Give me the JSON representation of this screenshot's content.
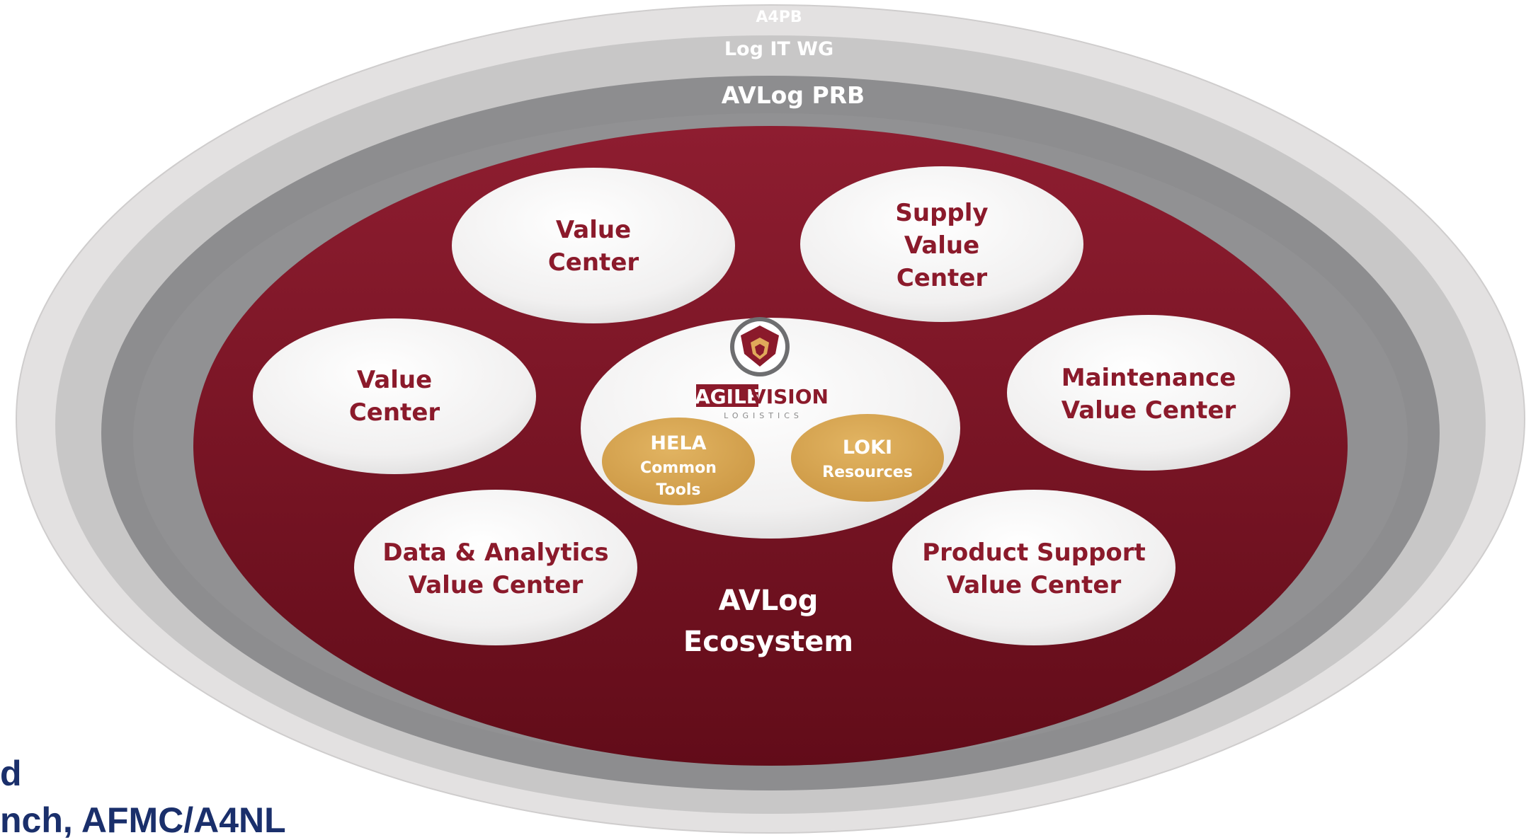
{
  "rings": {
    "outer": "A4PB",
    "second": "Log IT WG",
    "third": "AVLog PRB"
  },
  "ecosystem": {
    "line1": "AVLog",
    "line2": "Ecosystem"
  },
  "value_centers": {
    "top_left": [
      "Value",
      "Center"
    ],
    "top_right": [
      "Supply",
      "Value",
      "Center"
    ],
    "mid_left": [
      "Value",
      "Center"
    ],
    "mid_right": [
      "Maintenance",
      "Value Center"
    ],
    "bottom_left": [
      "Data & Analytics",
      "Value Center"
    ],
    "bottom_right": [
      "Product Support",
      "Value Center"
    ]
  },
  "hub": {
    "logo_word1": "AGILE",
    "logo_word2": "VISION",
    "logo_sub": "LOGISTICS",
    "hela": {
      "title": "HELA",
      "line1": "Common",
      "line2": "Tools"
    },
    "loki": {
      "title": "LOKI",
      "line1": "Resources"
    }
  },
  "footer": {
    "line1": "d",
    "line2": "nch, AFMC/A4NL"
  },
  "colors": {
    "ring_outer": "#e3e1e1",
    "ring_second": "#c7c6c6",
    "ring_third": "#8d8d8f",
    "ecosystem_red": "#7e1528",
    "value_center_text": "#8b1a2b",
    "gold": "#d8a44e",
    "footer_text": "#1a2f6b"
  }
}
